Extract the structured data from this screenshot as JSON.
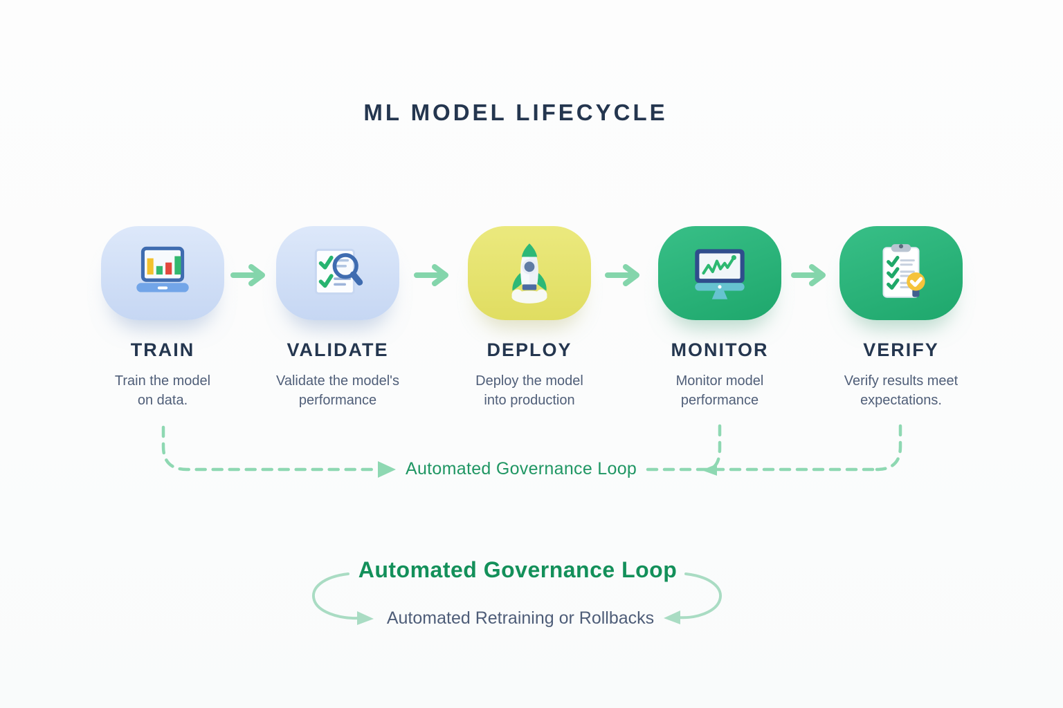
{
  "title": "ML MODEL LIFECYCLE",
  "stages": [
    {
      "label": "TRAIN",
      "description": [
        "Train the model",
        "on data."
      ],
      "icon": "laptop-bar-chart-icon",
      "tile_color": "#cfdef6"
    },
    {
      "label": "VALIDATE",
      "description": [
        "Validate the model's",
        "performance"
      ],
      "icon": "checklist-magnifier-icon",
      "tile_color": "#cfdef6"
    },
    {
      "label": "DEPLOY",
      "description": [
        "Deploy the model",
        "into production"
      ],
      "icon": "rocket-icon",
      "tile_color": "#e6e46e"
    },
    {
      "label": "MONITOR",
      "description": [
        "Monitor model",
        "performance"
      ],
      "icon": "monitor-trend-icon",
      "tile_color": "#2ab277"
    },
    {
      "label": "VERIFY",
      "description": [
        "Verify results meet",
        "expectations."
      ],
      "icon": "clipboard-check-icon",
      "tile_color": "#2ab277"
    }
  ],
  "governance_loop": {
    "inline_label": "Automated Governance Loop"
  },
  "footer": {
    "heading": "Automated Governance Loop",
    "subheading": "Automated Retraining or Rollbacks"
  },
  "colors": {
    "title_text": "#24364f",
    "description_text": "#4f5e78",
    "flow_arrow": "#84d5ab",
    "dashed_loop": "#8ed8b2",
    "inline_loop_text": "#1f9663",
    "footer_heading": "#13905a",
    "footer_subheading": "#4e5d78",
    "footer_arc": "#a9dcc3"
  }
}
